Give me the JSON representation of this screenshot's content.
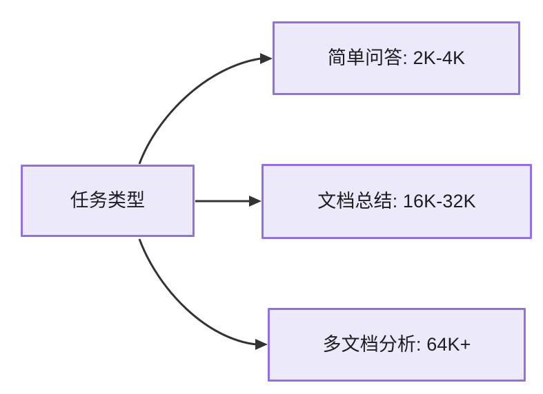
{
  "diagram": {
    "type": "flowchart",
    "direction": "left-to-right",
    "background_color": "#ffffff",
    "node_fill_color": "#ece9fb",
    "node_border_color": "#9171dd",
    "node_text_color": "#1d1d1f",
    "edge_color": "#333333",
    "root": {
      "label": "任务类型"
    },
    "branches": [
      {
        "label": "简单问答: 2K-4K",
        "task": "简单问答",
        "range": "2K-4K"
      },
      {
        "label": "文档总结: 16K-32K",
        "task": "文档总结",
        "range": "16K-32K"
      },
      {
        "label": "多文档分析: 64K+",
        "task": "多文档分析",
        "range": "64K+"
      }
    ],
    "edges": [
      {
        "from": "任务类型",
        "to": "简单问答: 2K-4K",
        "style": "curved"
      },
      {
        "from": "任务类型",
        "to": "文档总结: 16K-32K",
        "style": "straight"
      },
      {
        "from": "任务类型",
        "to": "多文档分析: 64K+",
        "style": "curved"
      }
    ]
  }
}
